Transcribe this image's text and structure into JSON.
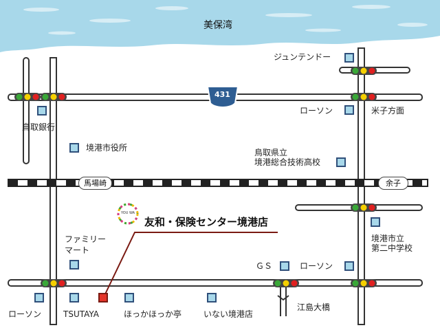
{
  "bay_name": "美保湾",
  "route_number": "431",
  "railway": {
    "stations": [
      "馬場崎",
      "余子"
    ]
  },
  "target": {
    "name": "友和・保険センター境港店",
    "logo_text": "YOU WA"
  },
  "landmarks": {
    "juntendo": "ジュンテンドー",
    "yonago_direction": "米子方面",
    "lawson_ne": "ローソン",
    "tottori_bank": "鳥取銀行",
    "city_office": "境港市役所",
    "high_school": "鳥取県立\n境港総合技術高校",
    "family_mart": "ファミリー\nマート",
    "junior_high": "境港市立\n第二中学校",
    "gs": "ＧＳ",
    "lawson_se": "ローソン",
    "eshima_bridge": "江島大橋",
    "lawson_sw": "ローソン",
    "tsutaya": "TSUTAYA",
    "hokka": "ほっかほっか亭",
    "inai": "いない境港店"
  },
  "colors": {
    "sea": "#a8d8ea",
    "road_fill": "#ffffff",
    "road_edge": "#333333",
    "marker_fill": "#a8d8ea",
    "marker_border": "#2f4f7a",
    "target_marker": "#e4342a",
    "leader_line": "#7a1a12",
    "route_shield": "#2e5d92",
    "signal_red": "#e02020",
    "signal_yellow": "#f5d000",
    "signal_green": "#3aa838"
  },
  "icons": [
    "traffic-signal-icon",
    "route-shield-icon",
    "company-logo-icon",
    "landmark-marker-icon",
    "target-marker-icon"
  ]
}
